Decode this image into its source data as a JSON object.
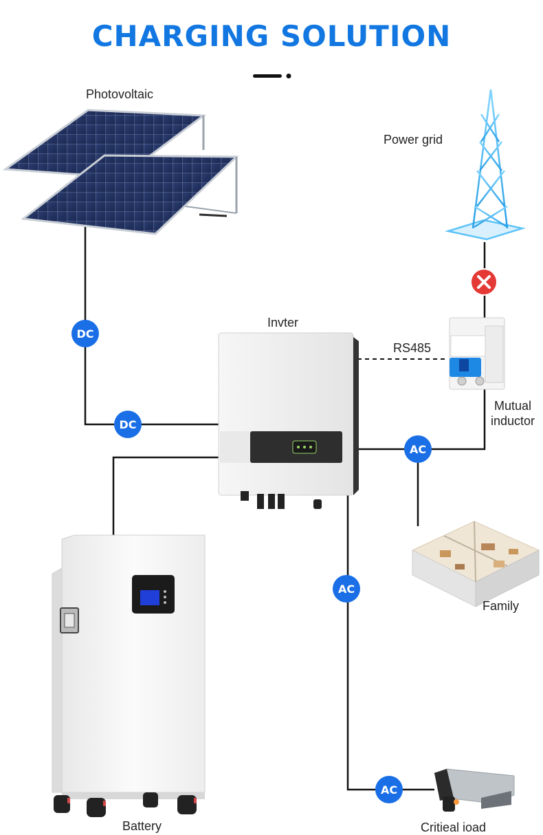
{
  "title": "CHARGING SOLUTION",
  "labels": {
    "photovoltaic": "Photovoltaic",
    "power_grid": "Power grid",
    "inverter": "Invter",
    "rs485": "RS485",
    "mutual_inductor_line1": "Mutual",
    "mutual_inductor_line2": "inductor",
    "family": "Family",
    "battery": "Battery",
    "critical_load": "Critieal ioad"
  },
  "badges": {
    "dc_vertical": "DC",
    "dc_horizontal": "DC",
    "ac_grid": "AC",
    "ac_middle": "AC",
    "ac_load": "AC"
  },
  "colors": {
    "accent": "#1277e1",
    "badge": "#1a6fe6",
    "line": "#111111",
    "disconnect": "#e53935"
  },
  "icons": {
    "disconnect": "x-circle-icon",
    "grid": "transmission-tower-icon"
  }
}
